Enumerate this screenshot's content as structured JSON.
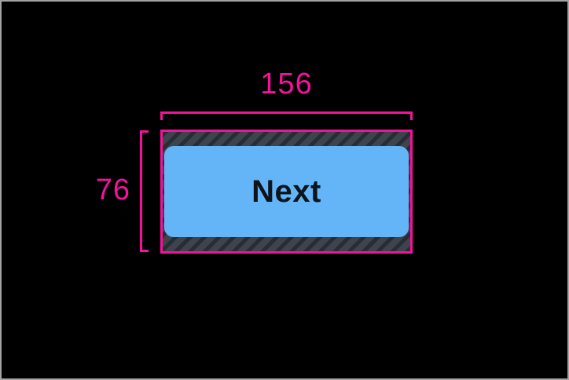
{
  "annotation": {
    "width_label": "156",
    "height_label": "76"
  },
  "button": {
    "label": "Next"
  },
  "colors": {
    "background": "#000000",
    "frame_border": "#a3a3a3",
    "accent": "#f5129b",
    "hatch_base": "#3d444e",
    "hatch_stripe": "#282d34",
    "button_fill": "#64b5f8",
    "button_text": "#0c141c"
  }
}
